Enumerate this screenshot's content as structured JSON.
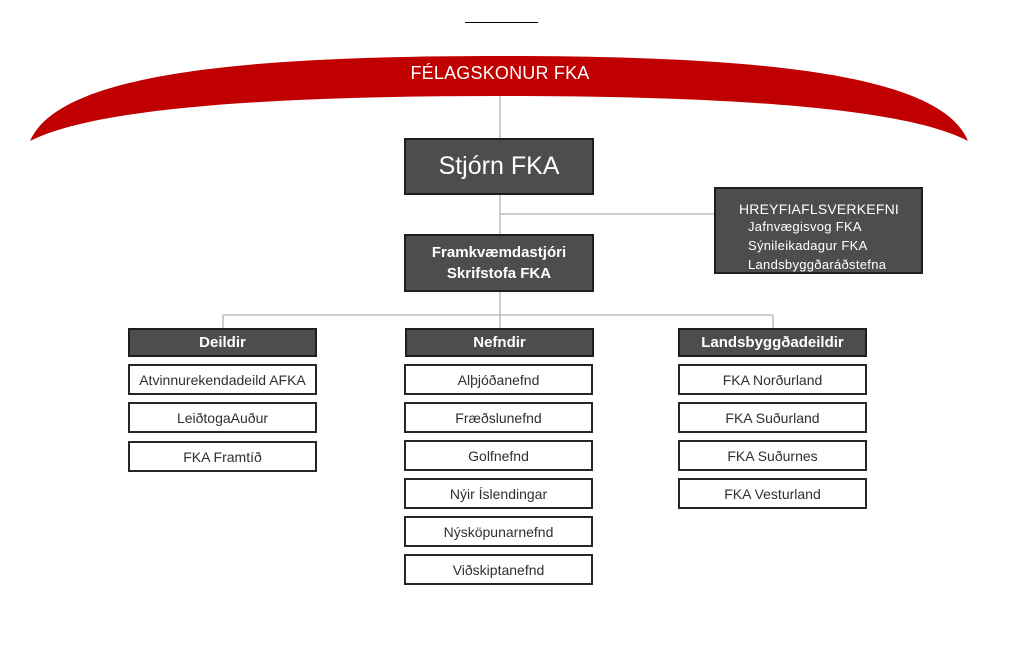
{
  "arc": {
    "title": "FÉLAGSKONUR FKA",
    "color": "#c00000"
  },
  "board": {
    "label": "Stjórn FKA"
  },
  "executive": {
    "line1": "Framkvæmdastjóri",
    "line2": "Skrifstofa FKA"
  },
  "projects": {
    "heading": "HREYFIAFLSVERKEFNI",
    "items": [
      "Jafnvægisvog FKA",
      "Sýnileikadagur FKA",
      "Landsbyggðaráðstefna"
    ]
  },
  "columns": [
    {
      "heading": "Deildir",
      "items": [
        "Atvinnurekendadeild AFKA",
        "LeiðtogaAuður",
        "FKA Framtíð"
      ]
    },
    {
      "heading": "Nefndir",
      "items": [
        "Alþjóðanefnd",
        "Fræðslunefnd",
        "Golfnefnd",
        "Nýir Íslendingar",
        "Nýsköpunarnefnd",
        "Viðskiptanefnd"
      ]
    },
    {
      "heading": "Landsbyggðadeildir",
      "items": [
        "FKA Norðurland",
        "FKA Suðurland",
        "FKA Suðurnes",
        "FKA Vesturland"
      ]
    }
  ]
}
